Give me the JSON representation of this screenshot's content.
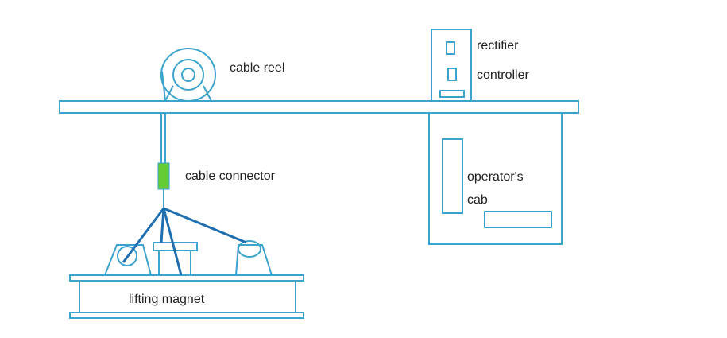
{
  "labels": {
    "cable_reel": "cable reel",
    "rectifier": "rectifier",
    "controller": "controller",
    "cable_connector": "cable connector",
    "operators_cab_line1": "operator's",
    "operators_cab_line2": "cab",
    "lifting_magnet": "lifting magnet"
  },
  "colors": {
    "outline": "#3ba3cc",
    "cable": "#1f6fb0",
    "connector": "#66cc33"
  }
}
